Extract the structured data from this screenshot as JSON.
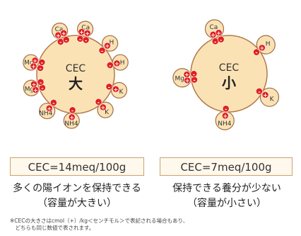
{
  "left": {
    "cec_label": "CEC",
    "size_label": "大",
    "formula": "CEC=14meq/100g",
    "desc_line1": "多くの陽イオンを保持できる",
    "desc_line2": "（容量が大きい）",
    "ions": [
      "Ca",
      "Ca",
      "H",
      "H",
      "K",
      "K",
      "NH4",
      "NH4",
      "Mg",
      "Mg"
    ]
  },
  "right": {
    "cec_label": "CEC",
    "size_label": "小",
    "formula": "CEC=7meq/100g",
    "desc_line1": "保持できる養分が少ない",
    "desc_line2": "（容量が小さい）",
    "ions": [
      "Ca",
      "H",
      "K",
      "NH4",
      "Mg"
    ]
  },
  "charges": {
    "positive": "+",
    "negative": "-"
  },
  "footnote": {
    "line1": "※CECの大きさはcmol（+）/kg＜センチモル＞で表記される場合もあり、",
    "line2": "　どちらも同じ数値で表されます。"
  },
  "colors": {
    "soil_fill": "#fbe2b4",
    "soil_stroke": "#b07a4a",
    "ion_fill": "#fbe2b4",
    "ion_stroke": "#a06f45",
    "charge_red": "#e0201f",
    "formula_border": "#c9a46e"
  }
}
